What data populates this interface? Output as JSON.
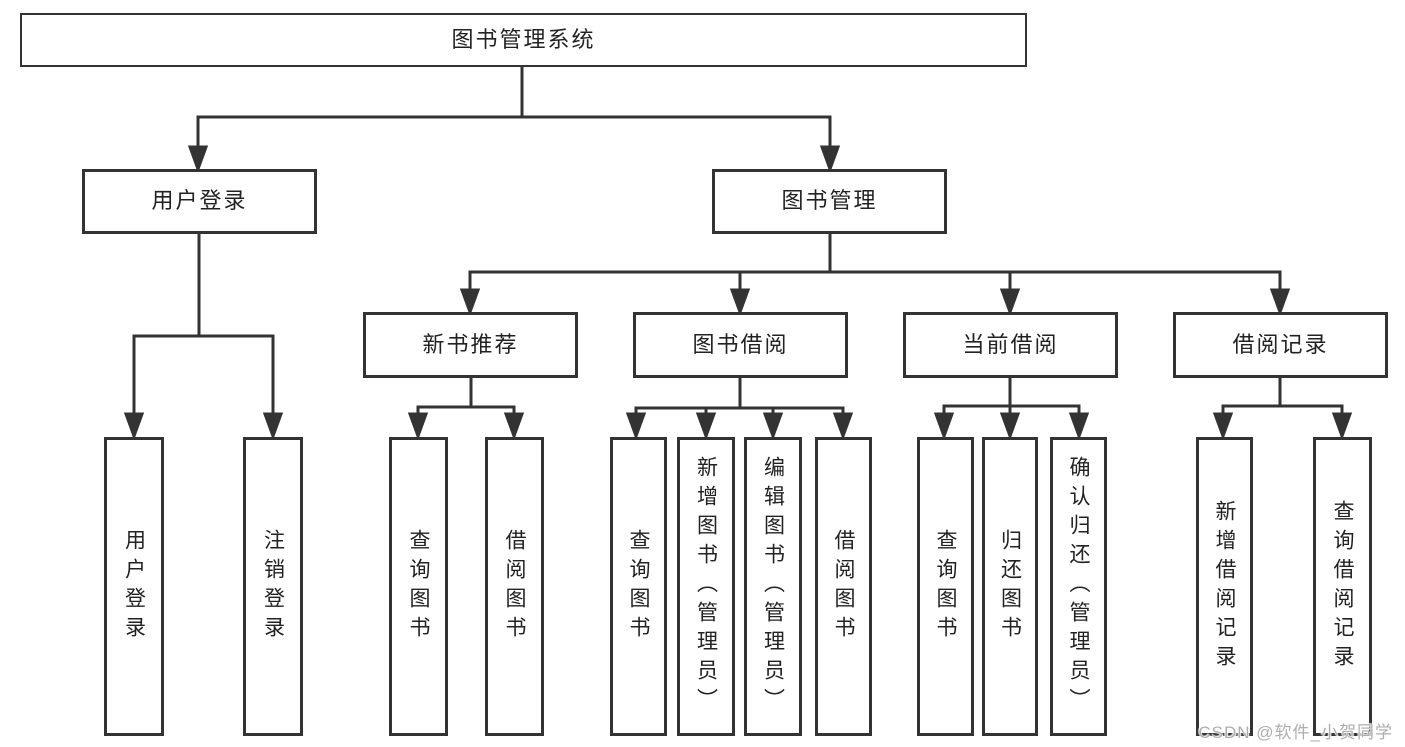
{
  "diagram": {
    "root": {
      "label": "图书管理系统"
    },
    "branches": {
      "user_login": {
        "label": "用户登录",
        "children": [
          {
            "label": "用户登录"
          },
          {
            "label": "注销登录"
          }
        ]
      },
      "book_management": {
        "label": "图书管理",
        "sections": {
          "new_book_recommend": {
            "label": "新书推荐",
            "children": [
              {
                "label": "查询图书"
              },
              {
                "label": "借阅图书"
              }
            ]
          },
          "book_borrow": {
            "label": "图书借阅",
            "children": [
              {
                "label": "查询图书"
              },
              {
                "label": "新增图书（管理员）"
              },
              {
                "label": "编辑图书（管理员）"
              },
              {
                "label": "借阅图书"
              }
            ]
          },
          "current_borrow": {
            "label": "当前借阅",
            "children": [
              {
                "label": "查询图书"
              },
              {
                "label": "归还图书"
              },
              {
                "label": "确认归还（管理员）"
              }
            ]
          },
          "borrow_records": {
            "label": "借阅记录",
            "children": [
              {
                "label": "新增借阅记录"
              },
              {
                "label": "查询借阅记录"
              }
            ]
          }
        }
      }
    },
    "watermark": "CSDN @软件_小贺同学",
    "colors": {
      "line": "#333333",
      "text": "#222222",
      "background": "#ffffff",
      "watermark": "#aeaeae"
    }
  }
}
